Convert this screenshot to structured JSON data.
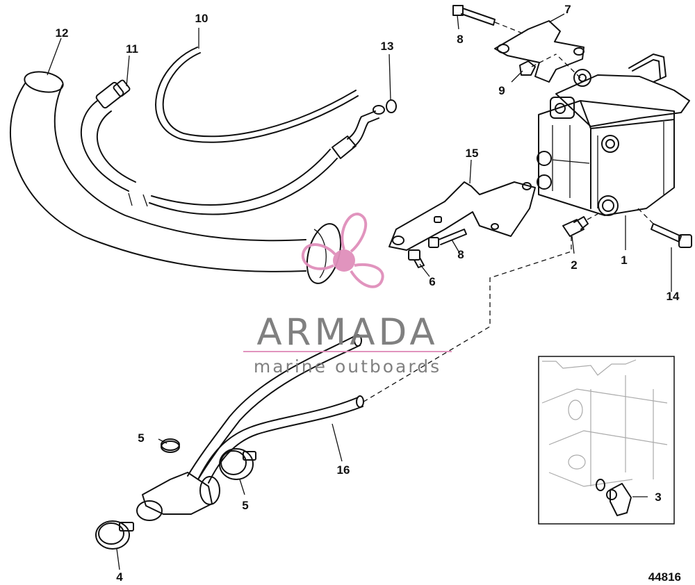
{
  "callouts": [
    {
      "id": "1",
      "label": "1"
    },
    {
      "id": "2",
      "label": "2"
    },
    {
      "id": "3",
      "label": "3"
    },
    {
      "id": "4",
      "label": "4"
    },
    {
      "id": "5a",
      "label": "5"
    },
    {
      "id": "5b",
      "label": "5"
    },
    {
      "id": "6",
      "label": "6"
    },
    {
      "id": "7",
      "label": "7"
    },
    {
      "id": "8a",
      "label": "8"
    },
    {
      "id": "8b",
      "label": "8"
    },
    {
      "id": "9",
      "label": "9"
    },
    {
      "id": "10",
      "label": "10"
    },
    {
      "id": "11",
      "label": "11"
    },
    {
      "id": "12",
      "label": "12"
    },
    {
      "id": "13",
      "label": "13"
    },
    {
      "id": "14",
      "label": "14"
    },
    {
      "id": "15",
      "label": "15"
    },
    {
      "id": "16",
      "label": "16"
    }
  ],
  "figure_number": "44816",
  "watermark": {
    "brand": "ARMADA",
    "tagline": "marine outboards",
    "logo_color": "#e08fbb",
    "text_color": "#7a7a7a"
  }
}
